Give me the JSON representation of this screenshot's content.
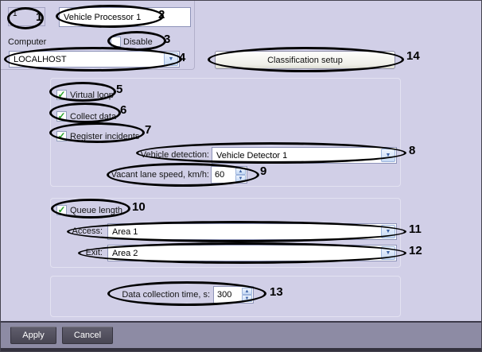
{
  "header": {
    "id_value": "1",
    "name_value": "Vehicle Processor 1",
    "computer_label": "Computer",
    "disable_label": "Disable",
    "disable_checked": false,
    "computer_value": "LOCALHOST",
    "classification_button_label": "Classification setup"
  },
  "detection_section": {
    "virtual_loop_label": "Virtual loop",
    "virtual_loop_checked": true,
    "collect_data_label": "Collect data",
    "collect_data_checked": true,
    "register_incidents_label": "Register incidents",
    "register_incidents_checked": true,
    "vehicle_detection_label": "Vehicle detection:",
    "vehicle_detection_value": "Vehicle Detector 1",
    "vacant_lane_speed_label": "Vacant lane speed, km/h:",
    "vacant_lane_speed_value": "60"
  },
  "queue_section": {
    "queue_length_label": "Queue length",
    "queue_length_checked": true,
    "access_label": "Access:",
    "access_value": "Area 1",
    "exit_label": "Exit:",
    "exit_value": "Area 2"
  },
  "data_section": {
    "data_collection_label": "Data collection time, s:",
    "data_collection_value": "300"
  },
  "footer": {
    "apply_label": "Apply",
    "cancel_label": "Cancel"
  },
  "icons": {
    "dropdown_arrow": "▼",
    "spinner_up": "▲",
    "spinner_down": "▼",
    "check": "✓"
  },
  "colors": {
    "background": "#d1cfe7",
    "footer_bar": "#8d8ba4",
    "dark_button": "#504e5c",
    "check_green": "#2aa22a",
    "annotation": "#000000"
  },
  "annotations": [
    "1",
    "2",
    "3",
    "4",
    "5",
    "6",
    "7",
    "8",
    "9",
    "10",
    "11",
    "12",
    "13",
    "14"
  ]
}
